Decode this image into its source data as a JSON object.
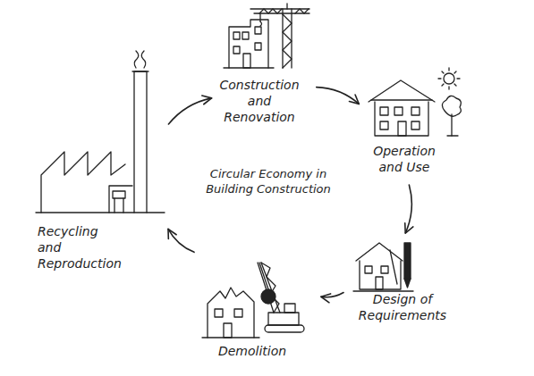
{
  "diagram": {
    "title": "Circular Economy in Building Construction",
    "nodes": [
      {
        "text": [
          "Construction and Renovation"
        ]
      },
      {
        "text": [
          "Operation and Use"
        ]
      },
      {
        "text": [
          "Design of Requirements"
        ]
      },
      {
        "text": [
          "Demolition"
        ]
      },
      {
        "text": [
          "Recycling and Reproduction"
        ]
      }
    ],
    "edges": [
      {
        "from": 0,
        "to": 1,
        "arrow": "to"
      },
      {
        "from": 1,
        "to": 2,
        "arrow": "to"
      },
      {
        "from": 2,
        "to": 3,
        "arrow": "to"
      },
      {
        "from": 3,
        "to": 4,
        "arrow": "to"
      },
      {
        "from": 4,
        "to": 0,
        "arrow": "to"
      }
    ]
  }
}
